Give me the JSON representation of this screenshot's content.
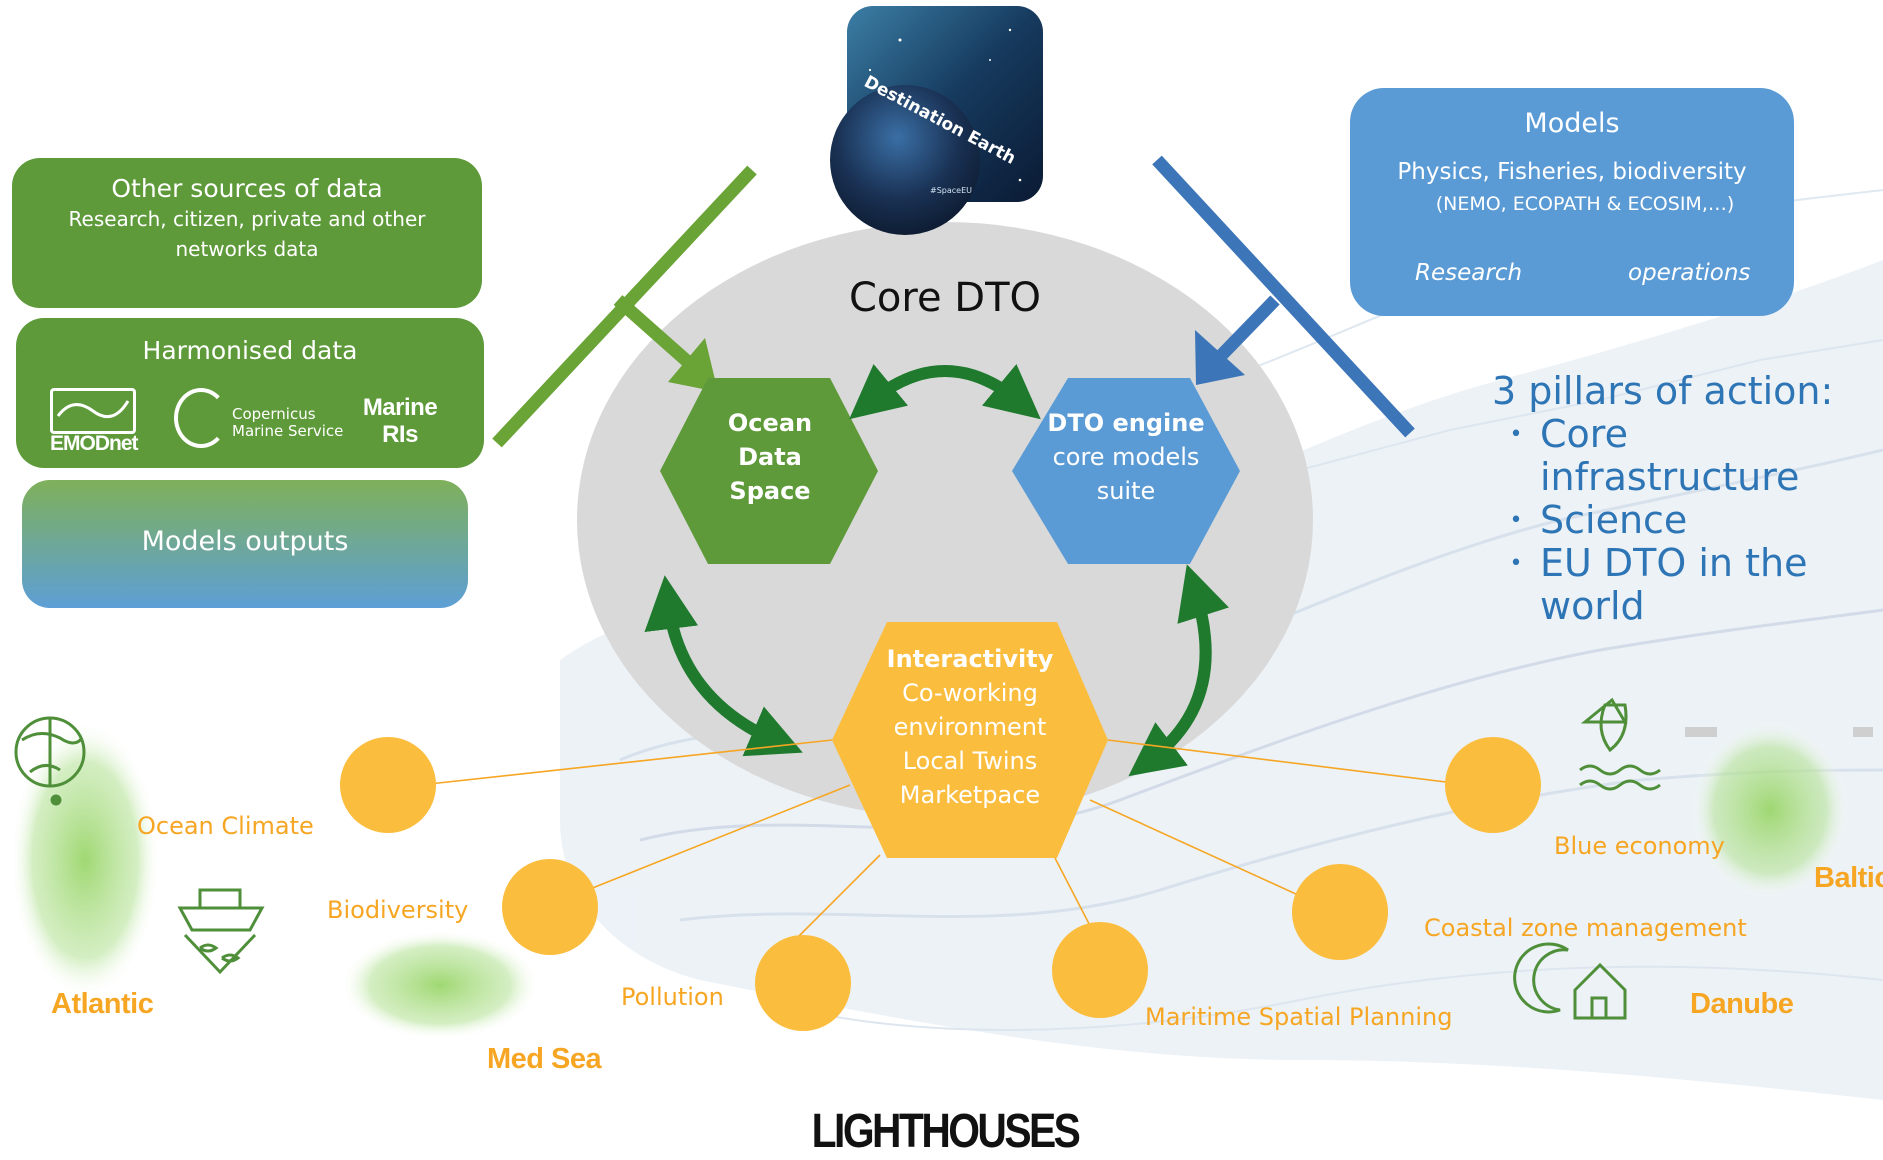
{
  "cover": {
    "text": "Destination Earth",
    "small": "#SpaceEU"
  },
  "core": {
    "title": "Core DTO",
    "ocean": [
      "Ocean",
      "Data",
      "Space"
    ],
    "engine": [
      "DTO engine",
      "core models",
      "suite"
    ],
    "interactivity": [
      "Interactivity",
      "Co-working",
      "environment",
      "Local Twins",
      "Marketpace"
    ]
  },
  "left": {
    "other_sources": {
      "title": "Other sources of data",
      "line1": "Research, citizen, private and other",
      "line2": "networks data"
    },
    "harmonised": {
      "title": "Harmonised data",
      "emodnet": "EMODnet",
      "copernicus_1": "Copernicus",
      "copernicus_2": "Marine Service",
      "marine_1": "Marine",
      "marine_2": "RIs"
    },
    "models_outputs": "Models outputs"
  },
  "models_box": {
    "title": "Models",
    "line1": "Physics, Fisheries, biodiversity",
    "line2": "(NEMO, ECOPATH & ECOSIM,…)",
    "research": "Research",
    "operations": "operations"
  },
  "pillars": {
    "title": "3 pillars of action:",
    "items": [
      "Core infrastructure",
      "Science",
      "EU DTO in the world"
    ]
  },
  "lighthouses": {
    "title": "LIGHTHOUSES",
    "themes": [
      "Ocean Climate",
      "Biodiversity",
      "Pollution",
      "Maritime Spatial Planning",
      "Coastal zone management",
      "Blue economy"
    ],
    "regions": [
      "Atlantic",
      "Med Sea",
      "Danube",
      "Baltic"
    ]
  },
  "colors": {
    "green": "#5e9a3a",
    "blue": "#5b9bd5",
    "orange": "#fbbd3e",
    "dark_green_arrow": "#1f7a2e",
    "core_circle": "#d9d9d9",
    "label_orange": "#f6a623"
  },
  "icons": [
    "globe-leaf-icon",
    "ship-fish-icon",
    "plant-water-icon",
    "moon-house-icon",
    "research-to-operations-arrow-icon"
  ]
}
